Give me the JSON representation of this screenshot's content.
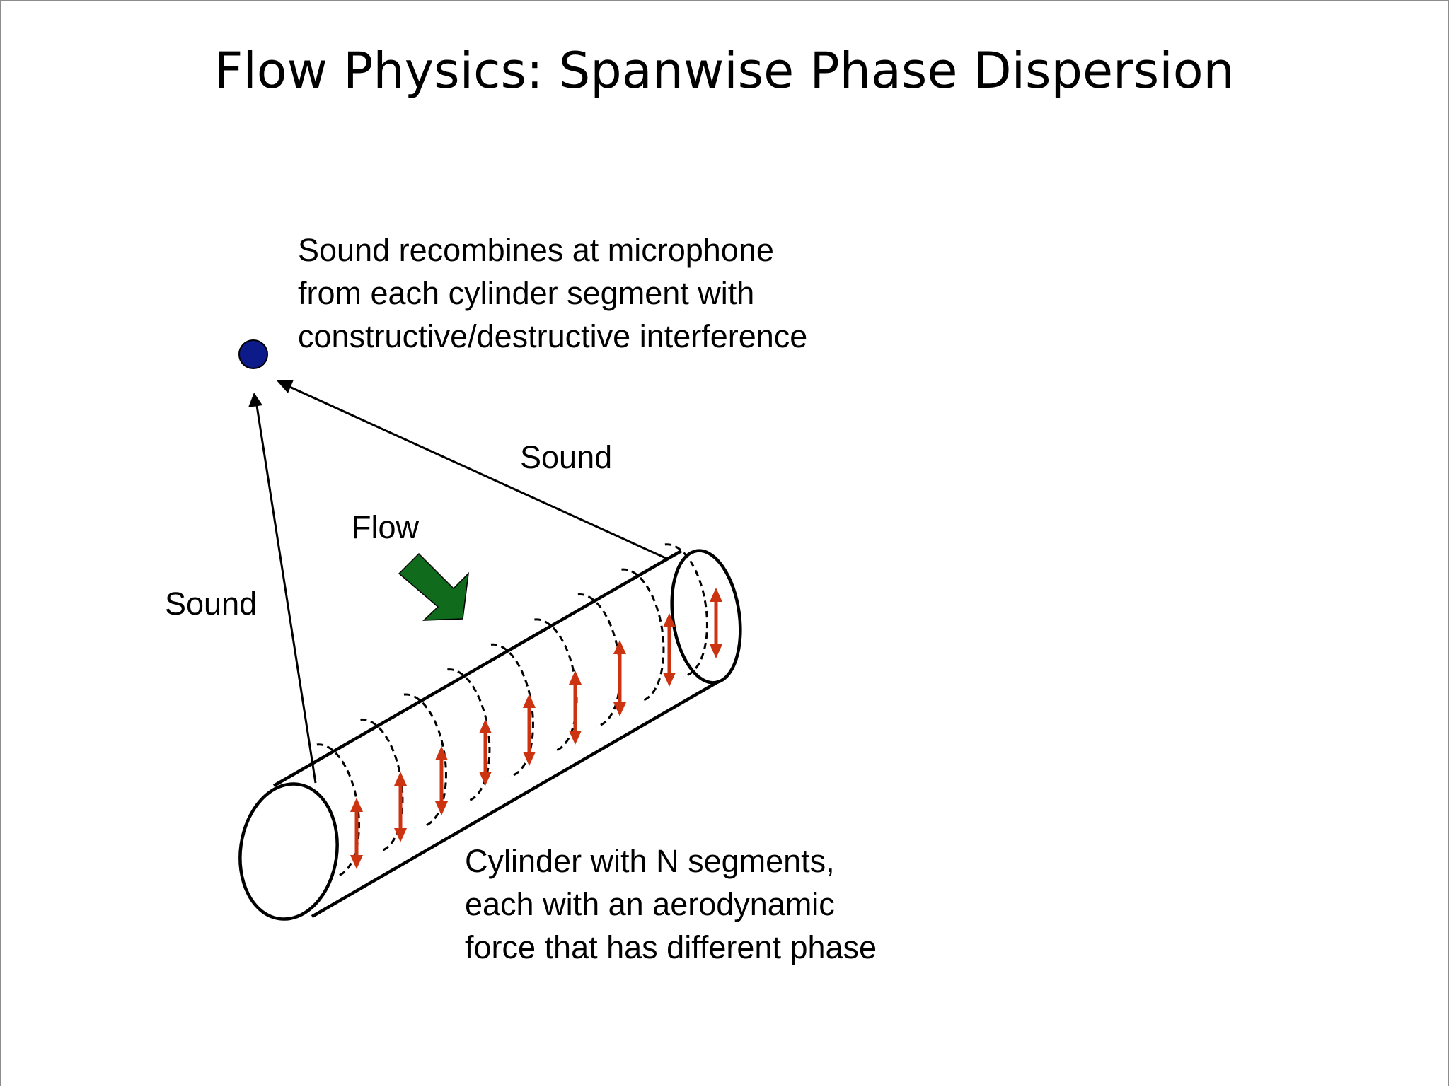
{
  "title": "Flow Physics: Spanwise Phase Dispersion",
  "labels": {
    "microphone_note": [
      "Sound recombines at microphone",
      "from each cylinder segment with",
      "constructive/destructive interference"
    ],
    "sound_right": "Sound",
    "sound_left": "Sound",
    "flow": "Flow",
    "cylinder_note": [
      "Cylinder with N segments,",
      "each with an aerodynamic",
      "force that has different phase"
    ]
  },
  "colors": {
    "microphone": "#0d1a8a",
    "flow_arrow": "#116b1c",
    "force_arrow": "#cc3311",
    "line": "#000000"
  },
  "icons": {
    "microphone": "microphone-dot-icon",
    "flow": "flow-arrow-icon",
    "force": "double-arrow-icon"
  }
}
